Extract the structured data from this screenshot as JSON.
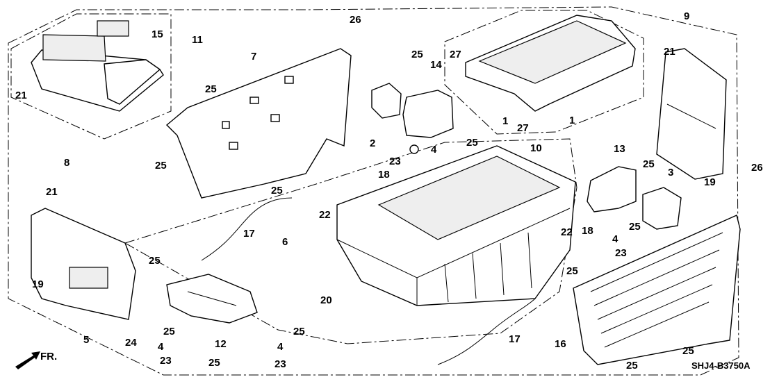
{
  "diagram": {
    "code": "SHJ4-B3750A",
    "direction_label": "FR.",
    "callouts": [
      "26",
      "15",
      "11",
      "7",
      "25",
      "21",
      "25",
      "14",
      "27",
      "21",
      "9",
      "2",
      "1",
      "27",
      "1",
      "10",
      "25",
      "4",
      "25",
      "23",
      "18",
      "13",
      "25",
      "3",
      "19",
      "26",
      "8",
      "21",
      "22",
      "25",
      "17",
      "6",
      "22",
      "18",
      "4",
      "25",
      "23",
      "25",
      "25",
      "19",
      "20",
      "17",
      "16",
      "25",
      "25",
      "12",
      "24",
      "4",
      "4",
      "5",
      "23",
      "25",
      "23",
      "25",
      "25"
    ],
    "colors": {
      "line": "#000000",
      "background": "#ffffff"
    }
  }
}
